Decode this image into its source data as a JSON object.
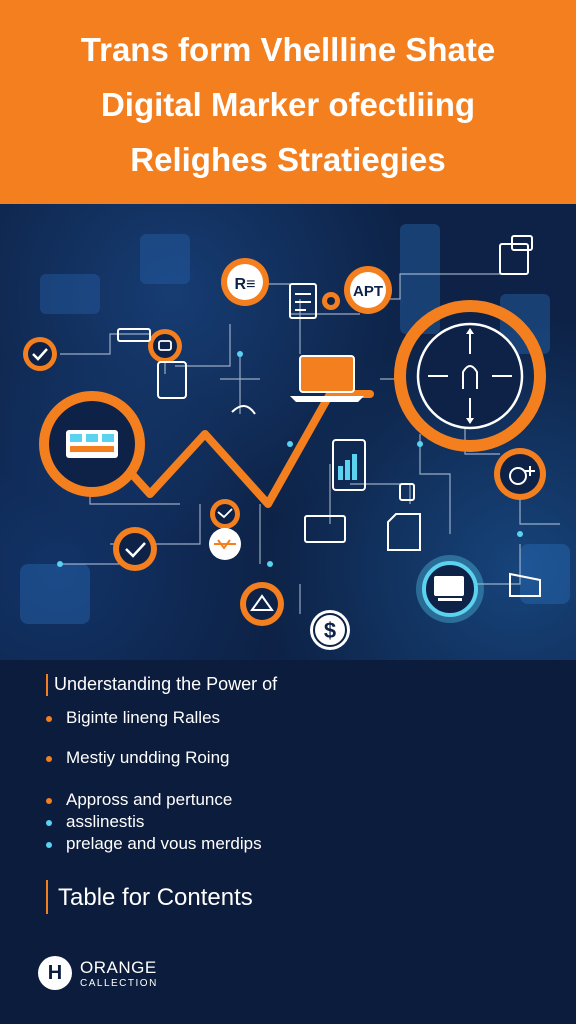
{
  "header": {
    "title_lines": [
      "Trans form Vhellline Shate",
      "Digital Marker ofectliing",
      "Relighes Stratiegies"
    ]
  },
  "hero": {
    "labels": {
      "rt": "R≡",
      "apt": "APT",
      "dollar": "$"
    }
  },
  "toc": {
    "section_heading": "Understanding the Power of",
    "items": [
      "Biginte lineng Ralles",
      "Mestiy undding Roing",
      "Appross and pertunce",
      "asslinestis",
      "prelage and vous merdips"
    ],
    "contents_heading": "Table for Contents"
  },
  "logo": {
    "mark": "H",
    "name": "ORANGE",
    "sub": "CALLECTION"
  },
  "colors": {
    "orange": "#f47f1f",
    "navy": "#0c1c3c",
    "cyan": "#5ad2f0"
  }
}
